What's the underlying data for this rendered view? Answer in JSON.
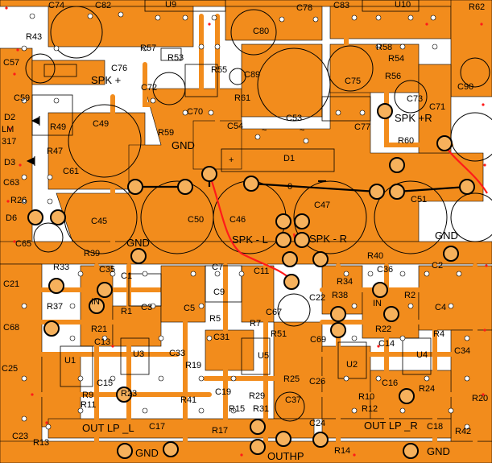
{
  "colors": {
    "copper": "#f28c1c",
    "background": "#ffffff",
    "outline": "#000000",
    "jumper": "#ff1a1a",
    "pad": "#f6b15c"
  },
  "labels": {
    "c74": "C74",
    "c82": "C82",
    "u9": "U9",
    "c78": "C78",
    "c83": "C83",
    "u10": "U10",
    "r62": "R62",
    "r43": "R43",
    "c57": "C57",
    "r57": "R57",
    "r53": "R53",
    "c80": "C80",
    "r58": "R58",
    "r54": "R54",
    "c76": "C76",
    "spk_plus": "SPK +",
    "c72": "C72",
    "r55": "R55",
    "c89": "C89",
    "c75": "C75",
    "r56": "R56",
    "c90": "C90",
    "c59": "C59",
    "c70": "C70",
    "r61": "R61",
    "c73": "C73",
    "c71": "C71",
    "c49": "C49",
    "c54": "C54",
    "c53": "C53",
    "c77": "C77",
    "spk_plus_r": "SPK +R",
    "d2": "D2",
    "lm": "LM",
    "n317": "317",
    "r49": "R49",
    "r59": "R59",
    "gnd_top": "GND",
    "r60": "R60",
    "r47": "R47",
    "d3": "D3",
    "d1": "D1",
    "c61": "C61",
    "c63": "C63",
    "r26": "R26",
    "c45": "C45",
    "c50": "C50",
    "c46": "C46",
    "c47": "C47",
    "c51": "C51",
    "d6": "D6",
    "c65": "C65",
    "gnd_mid": "GND",
    "gnd_right": "GND",
    "r39": "R39",
    "spk_l": "SPK - L",
    "spk_r": "SPK - R",
    "r40": "R40",
    "r33": "R33",
    "c35": "C35",
    "c7": "C7",
    "c11": "C11",
    "c36": "C36",
    "c2": "C2",
    "c21": "C21",
    "c1": "C1",
    "r34": "R34",
    "c9": "C9",
    "r37": "R37",
    "in_l": "IN",
    "r1": "R1",
    "c3": "C3",
    "c5": "C5",
    "c67": "C67",
    "c22": "C22",
    "r38": "R38",
    "in_r": "IN",
    "r2": "R2",
    "c68": "C68",
    "r21": "R21",
    "r5": "R5",
    "r7": "R7",
    "r51": "R51",
    "c69": "C69",
    "r22": "R22",
    "c4": "C4",
    "c13": "C13",
    "c31": "C31",
    "c14": "C14",
    "r4": "R4",
    "c33": "C33",
    "u3": "U3",
    "u5": "U5",
    "u4": "U4",
    "c34": "C34",
    "c25": "C25",
    "u1": "U1",
    "r19": "R19",
    "u2": "U2",
    "c15": "C15",
    "r25": "R25",
    "c26": "C26",
    "c16": "C16",
    "r9": "R9",
    "r23": "R23",
    "c19": "C19",
    "r24": "R24",
    "r41": "R41",
    "r29": "R29",
    "c37": "C37",
    "r10": "R10",
    "r20": "R20",
    "r11": "R11",
    "r15": "R15",
    "r31": "R31",
    "r12": "R12",
    "out_lp_l": "OUT LP _L",
    "c17": "C17",
    "r17": "R17",
    "c24": "C24",
    "out_lp_r": "OUT LP _R",
    "c18": "C18",
    "r42": "R42",
    "c23": "C23",
    "r13": "R13",
    "gnd_bl": "GND",
    "out_hp": "OUTHP",
    "r14": "R14",
    "gnd_br": "GND",
    "plus": "+",
    "tilde1": "~",
    "tilde2": "~",
    "zero": "0"
  }
}
